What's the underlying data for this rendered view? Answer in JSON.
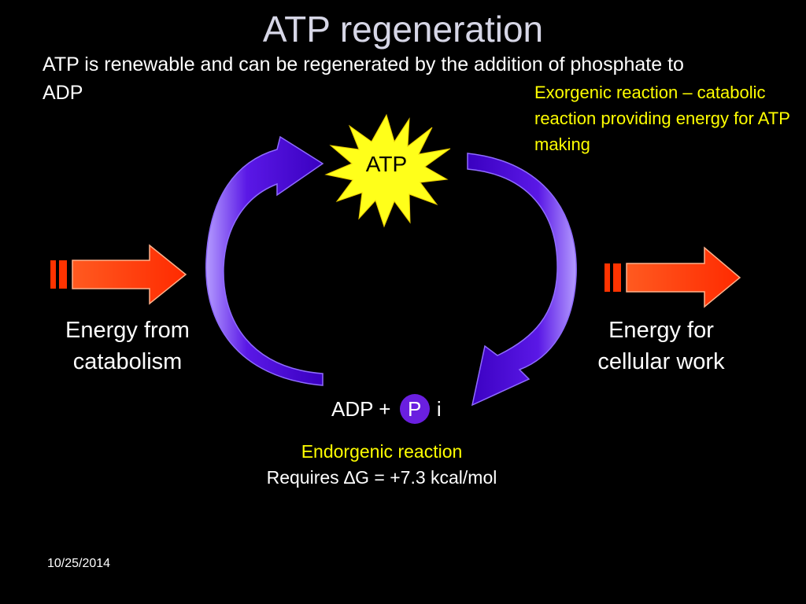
{
  "slide": {
    "title": "ATP regeneration",
    "intro": "ATP is renewable and can be regenerated by the addition of phosphate to ADP",
    "exorgenic_note": "Exorgenic reaction – catabolic reaction providing energy for ATP making",
    "date": "10/25/2014"
  },
  "diagram": {
    "atp_label": "ATP",
    "adp_text": "ADP +",
    "phosphate_symbol": "P",
    "phosphate_suffix": "i",
    "energy_in": "Energy from catabolism",
    "energy_out": "Energy for cellular work",
    "endorgenic_name": "Endorgenic reaction",
    "endorgenic_requirement": "Requires ∆G = +7.3 kcal/mol",
    "colors": {
      "arc_fill": "#5a18e6",
      "arc_edge": "#9b7bff",
      "star_fill": "#ffff1a",
      "energy_arrow": "#ff3300",
      "note_text": "#ffff00",
      "phosphate_circle": "#6a1fe0"
    }
  }
}
